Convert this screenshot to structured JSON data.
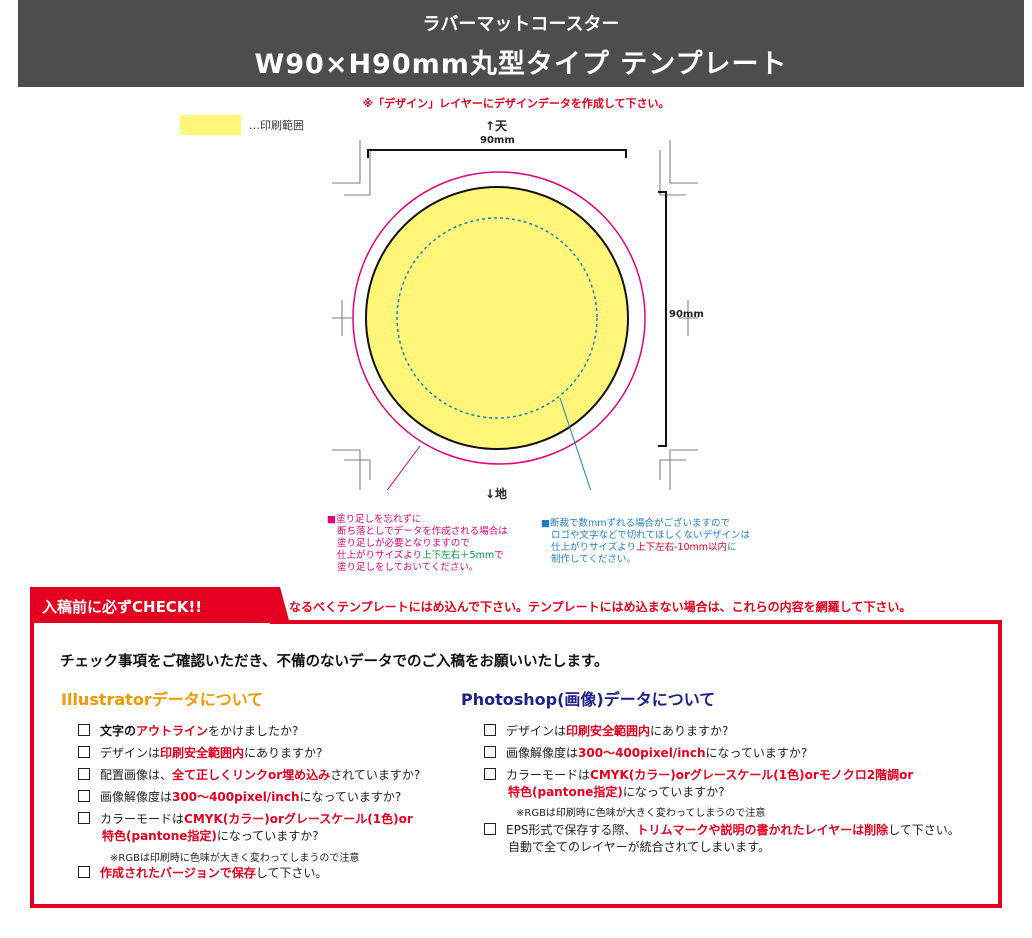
{
  "header": {
    "subtitle": "ラバーマットコースター",
    "title": "W90×H90mm丸型タイプ テンプレート"
  },
  "notice": "※「デザイン」レイヤーにデザインデータを作成して下さい。",
  "legend": {
    "label": "…印刷範囲",
    "color": "#fff67a"
  },
  "diagram": {
    "top_label": "↑天",
    "bottom_label": "↓地",
    "width_dim": "90mm",
    "height_dim": "90mm",
    "colors": {
      "bleed": "#e4007f",
      "safe": "#1f7fc4",
      "print": "#fff67a"
    }
  },
  "bleed_note": [
    "■塗り足しを忘れずに",
    "断ち落としでデータを作成される場合は",
    "塗り足しが必要となりますので",
    "仕上がりサイズより",
    "上下左右＋5mm",
    "で",
    "塗り足しをしておいてください。"
  ],
  "safe_note": [
    "■断裁で数mmずれる場合がございますので",
    "ロゴや文字などで切れてほしくないデザインは",
    "仕上がりサイズより",
    "上下左右-10mm以内",
    "に",
    "制作してください。"
  ],
  "check": {
    "tab": "入稿前に必ずCHECK!!",
    "warning": "なるべくテンプレートにはめ込んで下さい。テンプレートにはめ込まない場合は、これらの内容を網羅して下さい。",
    "intro": "チェック事項をご確認いただき、不備のないデータでのご入稿をお願いいたします。"
  },
  "illustrator": {
    "title": "Illustratorデータについて",
    "i1": [
      "文字の",
      "アウトライン",
      "をかけましたか?"
    ],
    "i2": [
      "デザインは",
      "印刷安全範囲内",
      "にありますか?"
    ],
    "i3": [
      "配置画像は、",
      "全て正しくリンクor埋め込み",
      "されていますか?"
    ],
    "i4": [
      "画像解像度は",
      "300〜400pixel/inch",
      "になっていますか?"
    ],
    "i5": [
      "カラーモードは",
      "CMYK(カラー)orグレースケール(1色)or",
      "特色(pantone指定)",
      "になっていますか?"
    ],
    "i5_note": "※RGBは印刷時に色味が大きく変わってしまうので注意",
    "i6": [
      "作成されたバージョンで保存",
      "して下さい。"
    ]
  },
  "photoshop": {
    "title": "Photoshop(画像)データについて",
    "p1": [
      "デザインは",
      "印刷安全範囲内",
      "にありますか?"
    ],
    "p2": [
      "画像解像度は",
      "300〜400pixel/inch",
      "になっていますか?"
    ],
    "p3": [
      "カラーモードは",
      "CMYK(カラー)orグレースケール(1色)orモノクロ2階調or",
      "特色(pantone指定)",
      "になっていますか?"
    ],
    "p3_note": "※RGBは印刷時に色味が大きく変わってしまうので注意",
    "p4": [
      "EPS形式で保存する際、",
      "トリムマークや説明の書かれたレイヤーは削除",
      "して下さい。"
    ],
    "p4_line2": "自動で全てのレイヤーが統合されてしまいます。"
  }
}
